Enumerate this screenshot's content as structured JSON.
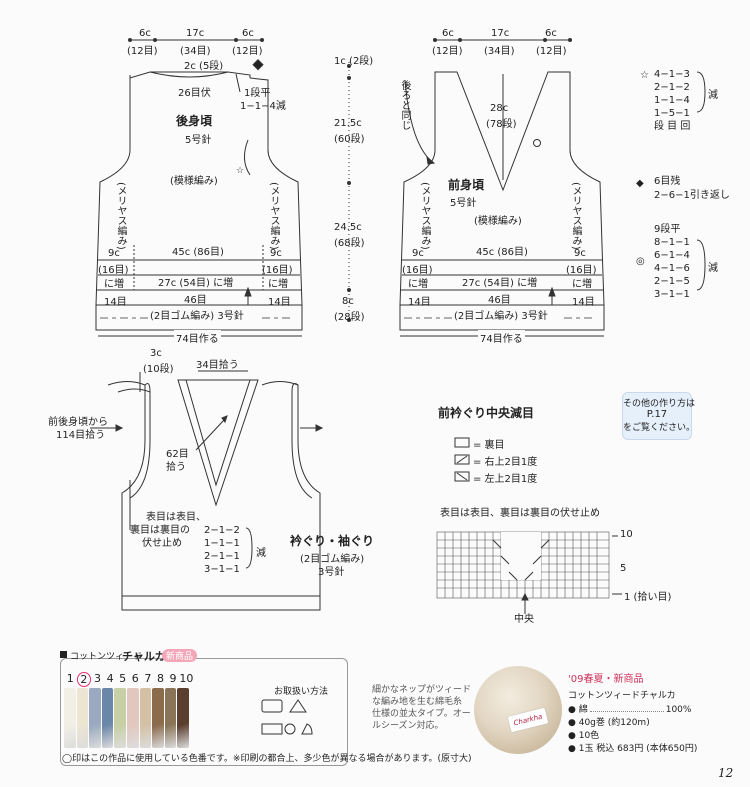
{
  "back": {
    "top_6c_left": "6c",
    "top_12_left": "(12目)",
    "top_17c": "17c",
    "top_34": "(34目)",
    "top_6c_right": "6c",
    "top_12_right": "(12目)",
    "neck_2c": "2c (5段)",
    "neck_26": "26目伏",
    "dec_1": "1段平",
    "dec_2": "1−1−4減",
    "title": "後身頃",
    "needle": "5号針",
    "pattern": "(模様編み)",
    "side_left": "(メリヤス編み)",
    "side_right": "(メリヤス編み)",
    "width_45": "45c (86目)",
    "left_9c": "9c",
    "left_16": "(16目)",
    "left_inc": "に増",
    "center_27": "27c (54目) に増",
    "right_9c": "9c",
    "right_16": "(16目)",
    "right_inc": "に増",
    "b14_left": "14目",
    "b46": "46目",
    "b14_right": "14目",
    "rib": "(2目ゴム編み) 3号針",
    "cast": "74目作る"
  },
  "heights": {
    "h1": "1c (2段)",
    "h2": "21.5c",
    "h2b": "(60段)",
    "h3": "24.5c",
    "h3b": "(68段)",
    "h4": "8c",
    "h4b": "(28段)"
  },
  "front": {
    "top_6c_left": "6c",
    "top_12_left": "(12目)",
    "top_17c": "17c",
    "top_34": "(34目)",
    "top_6c_right": "6c",
    "top_12_right": "(12目)",
    "same_as_back": "後ろと同じ",
    "v_28c": "28c",
    "v_78": "(78段)",
    "title": "前身頃",
    "needle": "5号針",
    "pattern": "(模様編み)",
    "side_left": "(メリヤス編み)",
    "side_right": "(メリヤス編み)",
    "width_45": "45c (86目)",
    "left_9c": "9c",
    "left_16": "(16目)",
    "left_inc": "に増",
    "center_27": "27c (54目) に増",
    "right_9c": "9c",
    "right_16": "(16目)",
    "right_inc": "に増",
    "b14_left": "14目",
    "b46": "46目",
    "b14_right": "14目",
    "rib": "(2目ゴム編み) 3号針",
    "cast": "74目作る"
  },
  "legend_star": {
    "rows": [
      "4−1−3",
      "2−1−2",
      "1−1−4",
      "1−5−1",
      "段 目 回"
    ],
    "label": "減"
  },
  "legend_diamond": {
    "l1": "6目残",
    "l2": "2−6−1引き返し"
  },
  "legend_circle": {
    "rows": [
      "9段平",
      "8−1−1",
      "6−1−4",
      "4−1−6",
      "2−1−5",
      "3−1−1"
    ],
    "label": "減"
  },
  "finish": {
    "c3": "3c",
    "c3b": "(10段)",
    "pick34": "34目拾う",
    "armhole_pick_1": "前後身頃から",
    "armhole_pick_2": "114目拾う",
    "pick62_1": "62目",
    "pick62_2": "拾う",
    "bind_1": "表目は表目、",
    "bind_2": "裏目は裏目の",
    "bind_3": "伏せ止め",
    "dec_rows": [
      "2−1−2",
      "1−1−1",
      "2−1−1",
      "3−1−1"
    ],
    "dec_label": "減",
    "title": "衿ぐり・袖ぐり",
    "sub": "(2目ゴム編み)",
    "needle": "3号針"
  },
  "note": {
    "l1": "その他の作り方は",
    "l2": "P.17",
    "l3": "をご覧ください。"
  },
  "chart": {
    "title": "前衿ぐり中央減目",
    "key1": "= 裏目",
    "key2": "= 右上2目1度",
    "key3": "= 左上2目1度",
    "bind": "表目は表目、裏目は裏目の伏せ止め",
    "r10": "10",
    "r5": "5",
    "r1": "1 (拾い目)",
    "center": "中央"
  },
  "yarn": {
    "header": "コットンツィード",
    "name": "チャルカ",
    "new_badge": "新商品",
    "numbers": [
      "1",
      "2",
      "3",
      "4",
      "5",
      "6",
      "7",
      "8",
      "9",
      "10"
    ],
    "care": "お取扱い方法",
    "footnote": "◯印はこの作品に使用している色番です。※印刷の都合上、多少色が異なる場合があります。(原寸大)",
    "desc": [
      "細かなネップがツィード",
      "な編み地を生む綿毛糸",
      "仕様の並太タイプ。オー",
      "ルシーズン対応。"
    ],
    "season": "'09春夏・新商品",
    "prod": "コットンツィードチャルカ",
    "spec1": "綿",
    "spec1v": "100%",
    "spec2": "40g巻 (約120m)",
    "spec3": "10色",
    "spec4": "1玉 税込 683円 (本体650円)",
    "tag": "Charkha"
  },
  "page": "12",
  "swatch_colors": [
    "#f2efe6",
    "#ece5d2",
    "#9aa9bf",
    "#6a86a8",
    "#c7cfa4",
    "#e2c7bf",
    "#d4c0a4",
    "#8c6a4c",
    "#8a7458",
    "#5a3e2e"
  ]
}
